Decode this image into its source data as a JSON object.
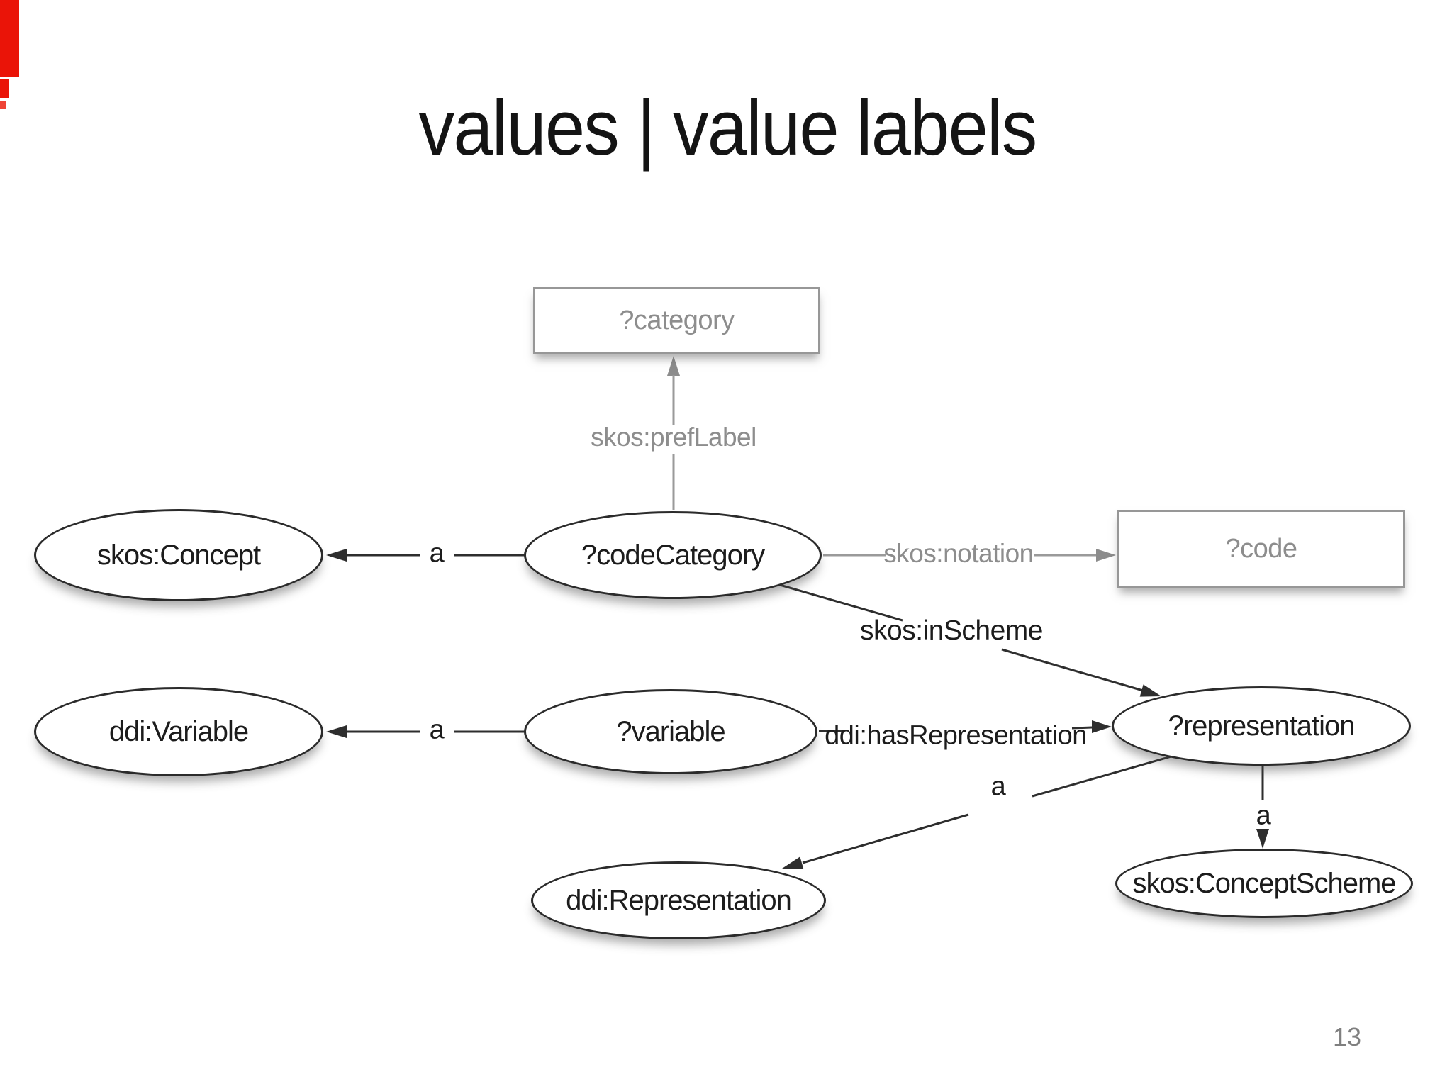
{
  "slide": {
    "title": "values | value labels",
    "page_number": "13"
  },
  "colors": {
    "background": "#ffffff",
    "black_line": "#2e2e2e",
    "gray_line": "#9a9a9a",
    "gray_text": "#8d8d8d",
    "black_text": "#1c1c1c",
    "red_artifact": "#ea1408",
    "page_number_gray": "#7f7f7f"
  },
  "diagram": {
    "nodes": {
      "category": {
        "label": "?category",
        "shape": "rectangle",
        "tone": "gray"
      },
      "code": {
        "label": "?code",
        "shape": "rectangle",
        "tone": "gray"
      },
      "skos_concept": {
        "label": "skos:Concept",
        "shape": "ellipse",
        "tone": "black"
      },
      "code_category": {
        "label": "?codeCategory",
        "shape": "ellipse",
        "tone": "black"
      },
      "ddi_variable": {
        "label": "ddi:Variable",
        "shape": "ellipse",
        "tone": "black"
      },
      "variable": {
        "label": "?variable",
        "shape": "ellipse",
        "tone": "black"
      },
      "representation": {
        "label": "?representation",
        "shape": "ellipse",
        "tone": "black"
      },
      "ddi_representation": {
        "label": "ddi:Representation",
        "shape": "ellipse",
        "tone": "black"
      },
      "skos_concept_scheme": {
        "label": "skos:ConceptScheme",
        "shape": "ellipse",
        "tone": "black"
      }
    },
    "edges": {
      "pref_label": {
        "label": "skos:prefLabel",
        "from": "code_category",
        "to": "category",
        "tone": "gray"
      },
      "a_concept": {
        "label": "a",
        "from": "code_category",
        "to": "skos_concept",
        "tone": "black"
      },
      "notation": {
        "label": "skos:notation",
        "from": "code_category",
        "to": "code",
        "tone": "gray"
      },
      "in_scheme": {
        "label": "skos:inScheme",
        "from": "code_category",
        "to": "representation",
        "tone": "black"
      },
      "a_variable": {
        "label": "a",
        "from": "variable",
        "to": "ddi_variable",
        "tone": "black"
      },
      "has_representation": {
        "label": "ddi:hasRepresentation",
        "from": "variable",
        "to": "representation",
        "tone": "black"
      },
      "a_ddi_representation": {
        "label": "a",
        "from": "representation",
        "to": "ddi_representation",
        "tone": "black"
      },
      "a_concept_scheme": {
        "label": "a",
        "from": "representation",
        "to": "skos_concept_scheme",
        "tone": "black"
      }
    }
  }
}
